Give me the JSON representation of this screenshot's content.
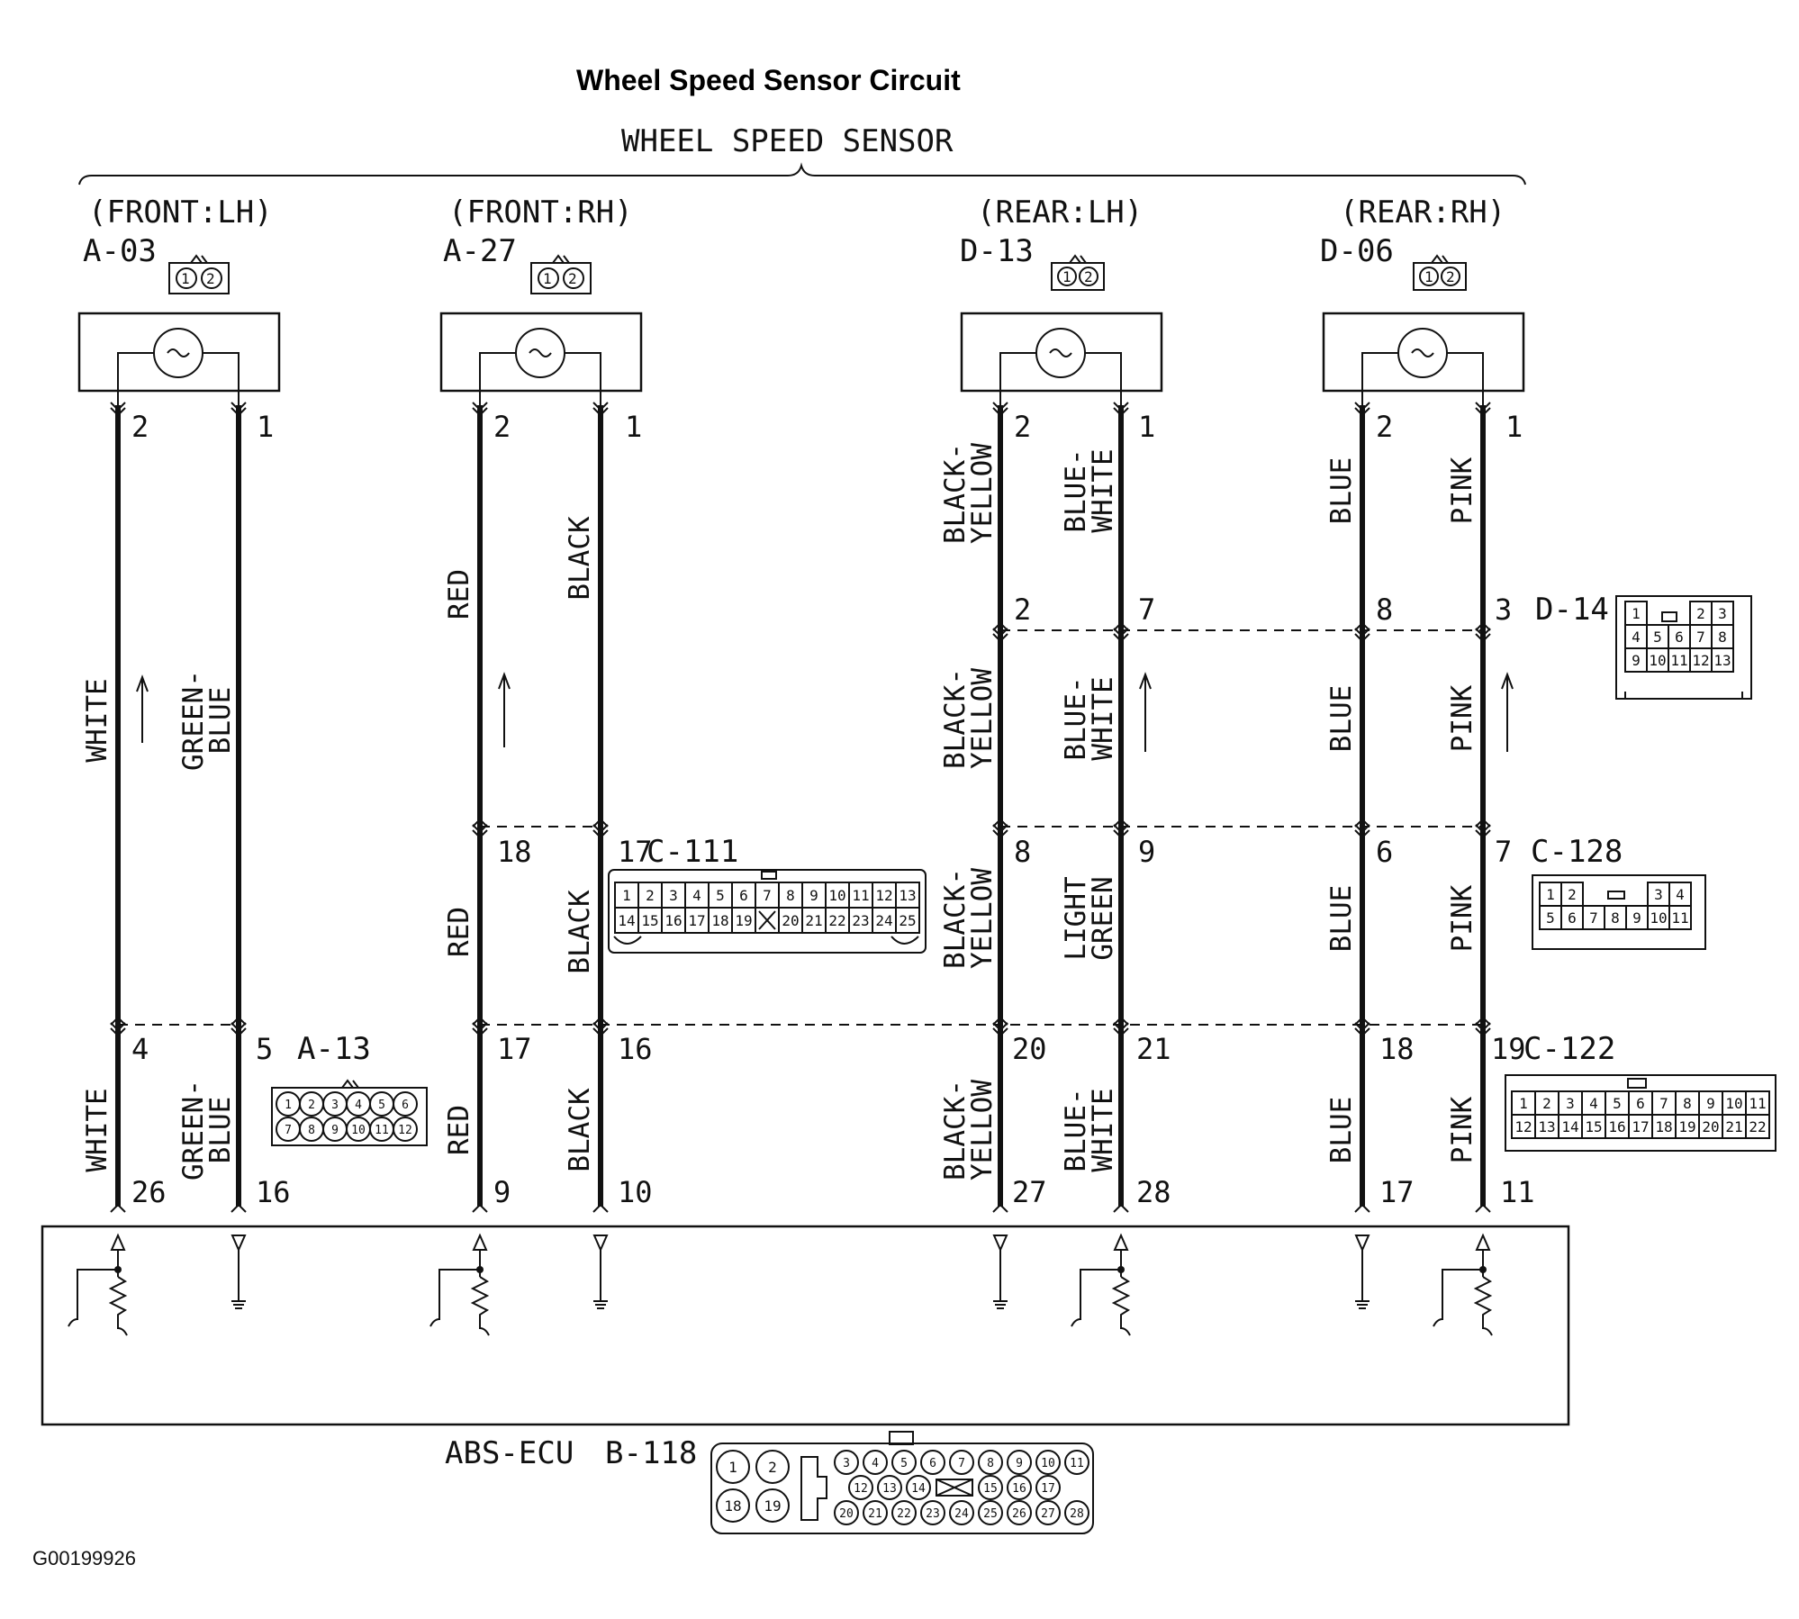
{
  "title": "Wheel Speed Sensor Circuit",
  "group_label": "WHEEL SPEED SENSOR",
  "sensors": [
    {
      "position": "(FRONT:LH)",
      "connector": "A-03"
    },
    {
      "position": "(FRONT:RH)",
      "connector": "A-27"
    },
    {
      "position": "(REAR:LH)",
      "connector": "D-13"
    },
    {
      "position": "(REAR:RH)",
      "connector": "D-06"
    }
  ],
  "wires": [
    {
      "sensor_pin": "2",
      "segments": [
        "WHITE",
        "WHITE"
      ],
      "connector_pins": [
        "4"
      ],
      "ecu_pin": "26"
    },
    {
      "sensor_pin": "1",
      "segments": [
        "GREEN-BLUE",
        "GREEN-BLUE"
      ],
      "connector_pins": [
        "5"
      ],
      "ecu_pin": "16"
    },
    {
      "sensor_pin": "2",
      "segments": [
        "RED",
        "RED",
        "RED"
      ],
      "connector_pins": [
        "18",
        "17"
      ],
      "ecu_pin": "9"
    },
    {
      "sensor_pin": "1",
      "segments": [
        "BLACK",
        "BLACK",
        "BLACK"
      ],
      "connector_pins": [
        "17",
        "16"
      ],
      "ecu_pin": "10"
    },
    {
      "sensor_pin": "2",
      "segments": [
        "BLACK-YELLOW",
        "BLACK-YELLOW",
        "BLACK-YELLOW",
        "BLACK-YELLOW"
      ],
      "connector_pins": [
        "2",
        "8",
        "20"
      ],
      "ecu_pin": "27"
    },
    {
      "sensor_pin": "1",
      "segments": [
        "BLUE-WHITE",
        "BLUE-WHITE",
        "LIGHT GREEN",
        "BLUE-WHITE"
      ],
      "connector_pins": [
        "7",
        "9",
        "21"
      ],
      "ecu_pin": "28"
    },
    {
      "sensor_pin": "2",
      "segments": [
        "BLUE",
        "BLUE",
        "BLUE",
        "BLUE"
      ],
      "connector_pins": [
        "8",
        "6",
        "18"
      ],
      "ecu_pin": "17"
    },
    {
      "sensor_pin": "1",
      "segments": [
        "PINK",
        "PINK",
        "PINK",
        "PINK"
      ],
      "connector_pins": [
        "3",
        "7",
        "19"
      ],
      "ecu_pin": "11"
    }
  ],
  "connectors": {
    "d14": {
      "name": "D-14",
      "pins": [
        "1",
        "2",
        "3",
        "4",
        "5",
        "6",
        "7",
        "8",
        "9",
        "10",
        "11",
        "12",
        "13"
      ]
    },
    "c128": {
      "name": "C-128",
      "pins": [
        "1",
        "2",
        "3",
        "4",
        "5",
        "6",
        "7",
        "8",
        "9",
        "10",
        "11"
      ]
    },
    "c111": {
      "name": "C-111",
      "pins": [
        "1",
        "2",
        "3",
        "4",
        "5",
        "6",
        "7",
        "8",
        "9",
        "10",
        "11",
        "12",
        "13",
        "14",
        "15",
        "16",
        "17",
        "18",
        "19",
        "20",
        "21",
        "22",
        "23",
        "24",
        "25"
      ]
    },
    "a13": {
      "name": "A-13",
      "pins": [
        "1",
        "2",
        "3",
        "4",
        "5",
        "6",
        "7",
        "8",
        "9",
        "10",
        "11",
        "12"
      ]
    },
    "c122": {
      "name": "C-122",
      "pins": [
        "1",
        "2",
        "3",
        "4",
        "5",
        "6",
        "7",
        "8",
        "9",
        "10",
        "11",
        "12",
        "13",
        "14",
        "15",
        "16",
        "17",
        "18",
        "19",
        "20",
        "21",
        "22"
      ]
    },
    "b118": {
      "name": "B-118",
      "pins": [
        "1",
        "2",
        "18",
        "19",
        "3",
        "4",
        "5",
        "6",
        "7",
        "8",
        "9",
        "10",
        "11",
        "12",
        "13",
        "14",
        "15",
        "16",
        "17",
        "20",
        "21",
        "22",
        "23",
        "24",
        "25",
        "26",
        "27",
        "28"
      ]
    }
  },
  "ecu": {
    "label": "ABS-ECU",
    "connector": "B-118"
  },
  "sensor_connector_pins": [
    "1",
    "2"
  ],
  "figure_code": "G00199926"
}
